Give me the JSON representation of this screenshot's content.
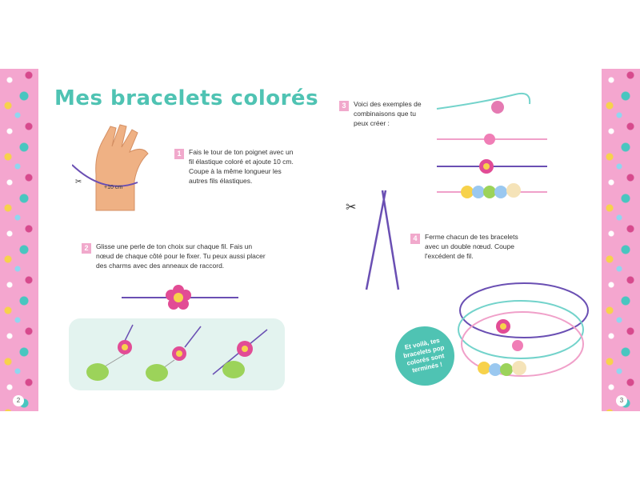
{
  "title": "Mes bracelets colorés",
  "page_numbers": {
    "left": "2",
    "right": "3"
  },
  "steps": {
    "a": {
      "number": "1",
      "text": "Fais le tour de ton poignet avec un fil élastique coloré et ajoute 10 cm. Coupe à la même longueur les autres fils élastiques."
    },
    "b": {
      "number": "2",
      "text": "Glisse une perle de ton choix sur chaque fil. Fais un nœud de chaque côté pour le fixer. Tu peux aussi placer des charms avec des anneaux de raccord."
    },
    "c": {
      "number": "3",
      "text": "Voici des exemples de combinaisons que tu peux créer :"
    },
    "d": {
      "number": "4",
      "text": "Ferme chacun de tes bracelets avec un double nœud. Coupe l'excédent de fil."
    }
  },
  "wrist_label": "+10 cm",
  "bubble_text": "Et voilà, tes bracelets pop colorés sont terminés !",
  "colors": {
    "title": "#4fc3b3",
    "badge": "#f1a9cc",
    "border": "#f4a6cf",
    "cord": "#6a4fb3",
    "flower": "#e24c95"
  }
}
